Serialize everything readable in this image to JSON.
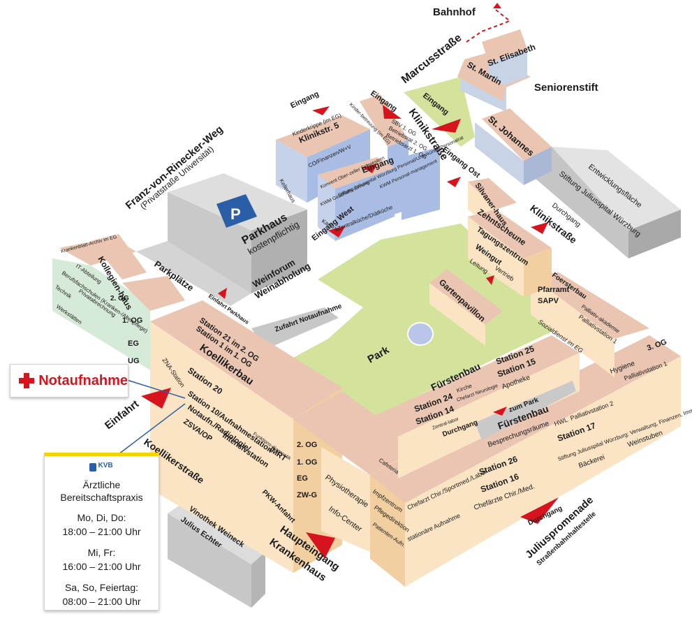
{
  "labels": {
    "bahnhof": "Bahnhof",
    "st_elisabeth": "St. Elisabeth",
    "st_martin": "St. Martin",
    "seniorenstift": "Seniorenstift",
    "marcusstrasse": "Marcusstraße",
    "eingang_top": "Eingang",
    "eingang_marcus": "Eingang",
    "klinikstrasse_top": "Klinikstraße",
    "st_johannes": "St. Johannes",
    "eingang_ost": "Eingang Ost",
    "eingang_left": "Eingang",
    "eingang_mid": "Eingang",
    "klinikstr5": "Klinikstr. 5",
    "kinderkrippe": "Kinderkrippe (im EG)",
    "kinder_betreuung": "Kinder-betreuung (im EG)",
    "sbv": "SBV 1. OG",
    "betriebsrat": "Betriebsrat 2. OG",
    "betriebsarzt": "Betriebsarzt 1. OG",
    "co_finanzen": "CO/Finanzen/W+V",
    "kellerhaus": "Kellerhaus",
    "konvent": "Konvent Ober-zeller Schwestern",
    "stiftung_personal": "Stiftung Juliusspital Würzburg Personal/Unterkünfte/Personalrat",
    "kwm_gf": "KWM Geschäfts-führung",
    "kwm_pm": "KWM Personal-management",
    "kantine": "Kantine",
    "zentralkueche": "Zentralküche/Diätküche",
    "franz_weg": "Franz-von-Rinecker-Weg",
    "privatstrasse": "(Privatstraße Universität)",
    "parkhaus": "Parkhaus",
    "kostenpflichtig": "kostenpflichtig",
    "eingang_west": "Eingang West",
    "weinforum": "Weinforum",
    "weinabholung": "Weinabholung",
    "parkplaetze": "Parkplätze",
    "einfahrt_parkhaus": "Einfahrt Parkhaus",
    "silvanerhaus": "Silvaner-haus",
    "zehntscheune": "Zehntscheune",
    "tagungszentrum": "Tagungszentrum",
    "weingut": "Weingut",
    "leitung": "Leitung",
    "vertrieb": "Vertrieb",
    "entwicklungsflaeche": "Entwicklungsfläche",
    "stiftung_jsw": "Stiftung Juliusspital Würzburg",
    "durchgang_right": "Durchgang",
    "klinikstrasse_right": "Klinikstraße",
    "krankenblatt": "Krankenblatt-Archiv im EG",
    "kollegienhaus": "Kollegien-haus",
    "it_abteilung": "IT-Abteilung",
    "berufsfachschulen": "Berufsfachschulen (Kranken-/Altenpflege)",
    "technik": "Technik",
    "privatabrechnung": "Privatabrechnung",
    "werkstaetten": "Werkstätten",
    "og2": "2. OG",
    "og1": "1. OG",
    "eg": "EG",
    "ug": "UG",
    "gartenpavillon": "Gartenpavillon",
    "foersterbau": "Foersterbau",
    "pfarramt": "Pfarramt",
    "sapv": "SAPV",
    "palliativ_akademie": "Palliativ-akademie",
    "palliativstation1_top": "Palliativstation 1",
    "sozialdienst": "Sozialdienst im EG",
    "zufahrt": "Zufahrt Notaufnahme",
    "park": "Park",
    "station21": "Station 21 im 2. OG",
    "station1": "Station 1 im 1. OG",
    "koellikerbau": "Koellikerbau",
    "zna": "ZNA-Station",
    "station20": "Station 20",
    "station10": "Station 10/Aufnahmestation",
    "notaufn_radiologie": "Notaufn./Radiologie/",
    "funktionsdiagnostik": "Funktions-diagnostik",
    "mrt": "/MRT",
    "zsva": "ZSVA/OP",
    "intensivstation": "Intensivstation",
    "fuerstenbau": "Fürstenbau",
    "station25": "Station 25",
    "station15": "Station 15",
    "apotheke": "Apotheke",
    "station24": "Station 24",
    "station14": "Station 14",
    "kirche": "Kirche",
    "chefarzt_neurologie": "Chefarzt Neurologie",
    "zentrallabor": "Zentral-labor",
    "durchgang_mid": "Durchgang",
    "zum_park": "zum Park",
    "fuerstenbau2": "Fürstenbau",
    "besprechungsraeume": "Besprechungsräume",
    "hygiene": "Hygiene",
    "og3": "3. OG",
    "palliativstation1": "Palliativstation 1",
    "hwl": "HWL",
    "palliativstation2": "Palliativstation 2",
    "station17": "Station 17",
    "stiftung_verwaltung": "Stiftung Juliusspital Würzburg: Verwaltung, Finanzen, Immobilien",
    "baeckerei": "Bäckerei",
    "weinstuben": "Weinstuben",
    "og2b": "2. OG",
    "og1b": "1. OG",
    "egb": "EG",
    "zwg": "ZW-G",
    "physiotherapie": "Physiotherapie",
    "info_center": "Info-Center",
    "cafeteria": "Cafeteria",
    "impfzentrum": "Impfzentrum",
    "pflegedirektion": "Pflegedirektion",
    "patientenaufn": "Patienten-Aufn.",
    "chefarzt_chir": "Chefarzt Chir./Sportmed./Labor",
    "stationaere_aufnahme": "stationäre Aufnahme",
    "station26": "Station 26",
    "station16": "Station 16",
    "chefaerzte": "Chefärzte Chir./Med.",
    "einfahrt": "Einfahrt",
    "koellikerstrasse": "Koellikerstraße",
    "pkw_anfahrt": "PKW-Anfahrt",
    "haupteingang": "Haupteingang",
    "krankenhaus": "Krankenhaus",
    "vinothek1": "Vinothek Weineck",
    "vinothek2": "Julius Echter",
    "durchgang_bottom": "Durchgang",
    "juliuspromenade": "Juliuspromenade",
    "strassenbahn": "Straßenbahnhaltestelle",
    "parking_sign": "P"
  },
  "notaufnahme": {
    "label": "Notaufnahme"
  },
  "kvb": {
    "logo": "KVB",
    "title1": "Ärztliche",
    "title2": "Bereitschaftspraxis",
    "days1": "Mo, Di, Do:",
    "time1": "18:00 – 21:00 Uhr",
    "days2": "Mi, Fr:",
    "time2": "16:00 – 21:00 Uhr",
    "days3": "Sa, So, Feiertag:",
    "time3": "08:00 – 21:00 Uhr"
  },
  "colors": {
    "roof": "#e9c5b2",
    "wall_light": "#fbe4c4",
    "wall_dark": "#f1cfa0",
    "park": "#d3e39c",
    "blue_roof": "#c6d2ea",
    "blue_wall": "#a9bde4",
    "gray_roof": "#dcdcdc",
    "gray_wall": "#b9b9b9",
    "green_wall": "#d5ead7",
    "arrow_red": "#d7141e",
    "sign_blue": "#2a5fa8"
  }
}
